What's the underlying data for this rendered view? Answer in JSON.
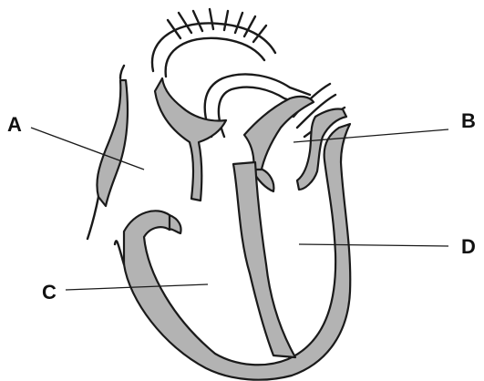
{
  "labels": {
    "a": "A",
    "b": "B",
    "c": "C",
    "d": "D"
  },
  "colors": {
    "wall": "#b3b3b3",
    "outline": "#1a1a1a",
    "background": "#ffffff"
  }
}
